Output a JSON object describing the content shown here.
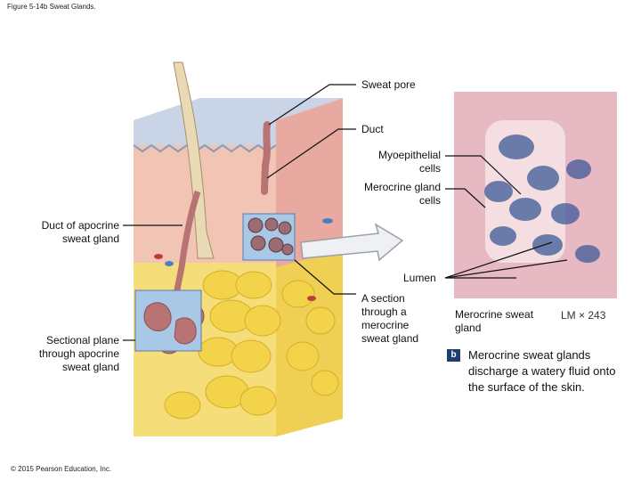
{
  "figure_title": "Figure 5-14b Sweat Glands.",
  "labels": {
    "sweat_pore": "Sweat pore",
    "duct": "Duct",
    "myoepithelial": "Myoepithelial cells",
    "merocrine_cells": "Merocrine gland cells",
    "duct_apocrine": "Duct of apocrine sweat gland",
    "lumen": "Lumen",
    "sectional_plane": "Sectional plane through apocrine sweat gland",
    "section_merocrine": "A section through a merocrine sweat gland",
    "micrograph_label": "Merocrine sweat gland",
    "magnification": "LM × 243"
  },
  "caption": {
    "badge": "b",
    "text": "Merocrine sweat glands discharge a watery fluid onto the surface of the skin."
  },
  "copyright": "© 2015 Pearson Education, Inc.",
  "colors": {
    "dermis": "#f1c4b4",
    "epidermis": "#c9d4e6",
    "fat": "#f3d34a",
    "gland": "#b77473",
    "micrograph_bg": "#e7b9c3",
    "cells": "#3d5a96"
  }
}
